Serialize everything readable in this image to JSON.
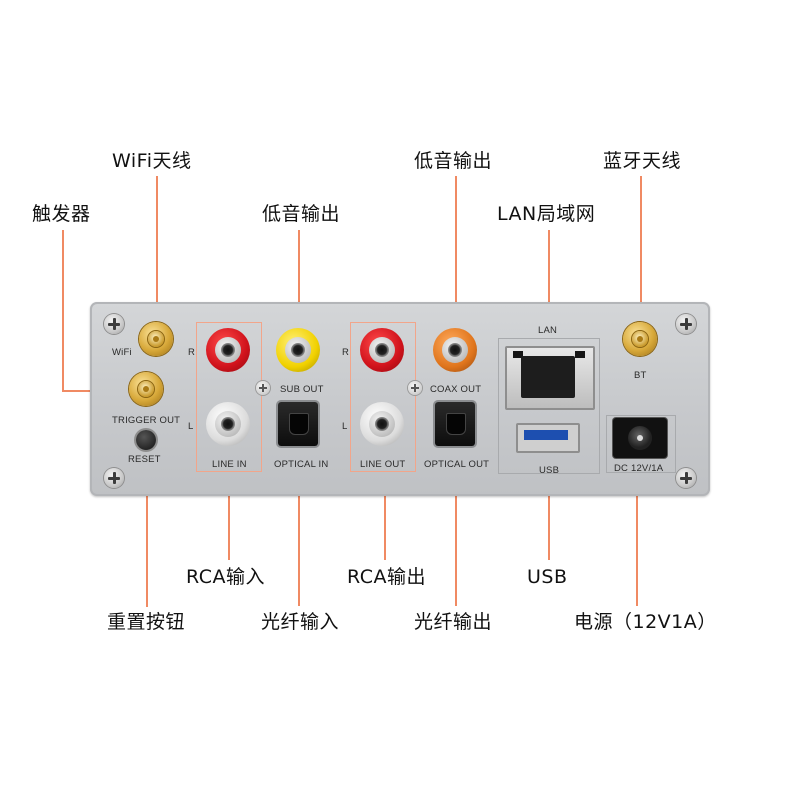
{
  "callouts": {
    "wifi_antenna": "WiFi天线",
    "trigger": "触发器",
    "sub_out_top": "低音输出",
    "coax_out_top": "低音输出",
    "bt_antenna": "蓝牙天线",
    "lan": "LAN局域网",
    "rca_in": "RCA输入",
    "rca_out": "RCA输出",
    "usb": "USB",
    "reset": "重置按钮",
    "optical_in": "光纤输入",
    "optical_out": "光纤输出",
    "power": "电源（12V1A）"
  },
  "panel_labels": {
    "wifi": "WiFi",
    "r1": "R",
    "l1": "L",
    "trigger_out": "TRIGGER OUT",
    "reset": "RESET",
    "line_in": "LINE IN",
    "sub_out": "SUB OUT",
    "optical_in": "OPTICAL IN",
    "r2": "R",
    "l2": "L",
    "line_out": "LINE OUT",
    "coax_out": "COAX OUT",
    "optical_out": "OPTICAL OUT",
    "lan": "LAN",
    "usb": "USB",
    "dc": "DC 12V/1A",
    "bt": "BT"
  },
  "colors": {
    "leader_line": "#f08a63",
    "group_box": "#f2a58a",
    "rca_red": "#d0121b",
    "rca_white": "#ececec",
    "rca_yellow": "#f1d100",
    "rca_orange": "#e0751c",
    "panel": "#c8cacd"
  }
}
